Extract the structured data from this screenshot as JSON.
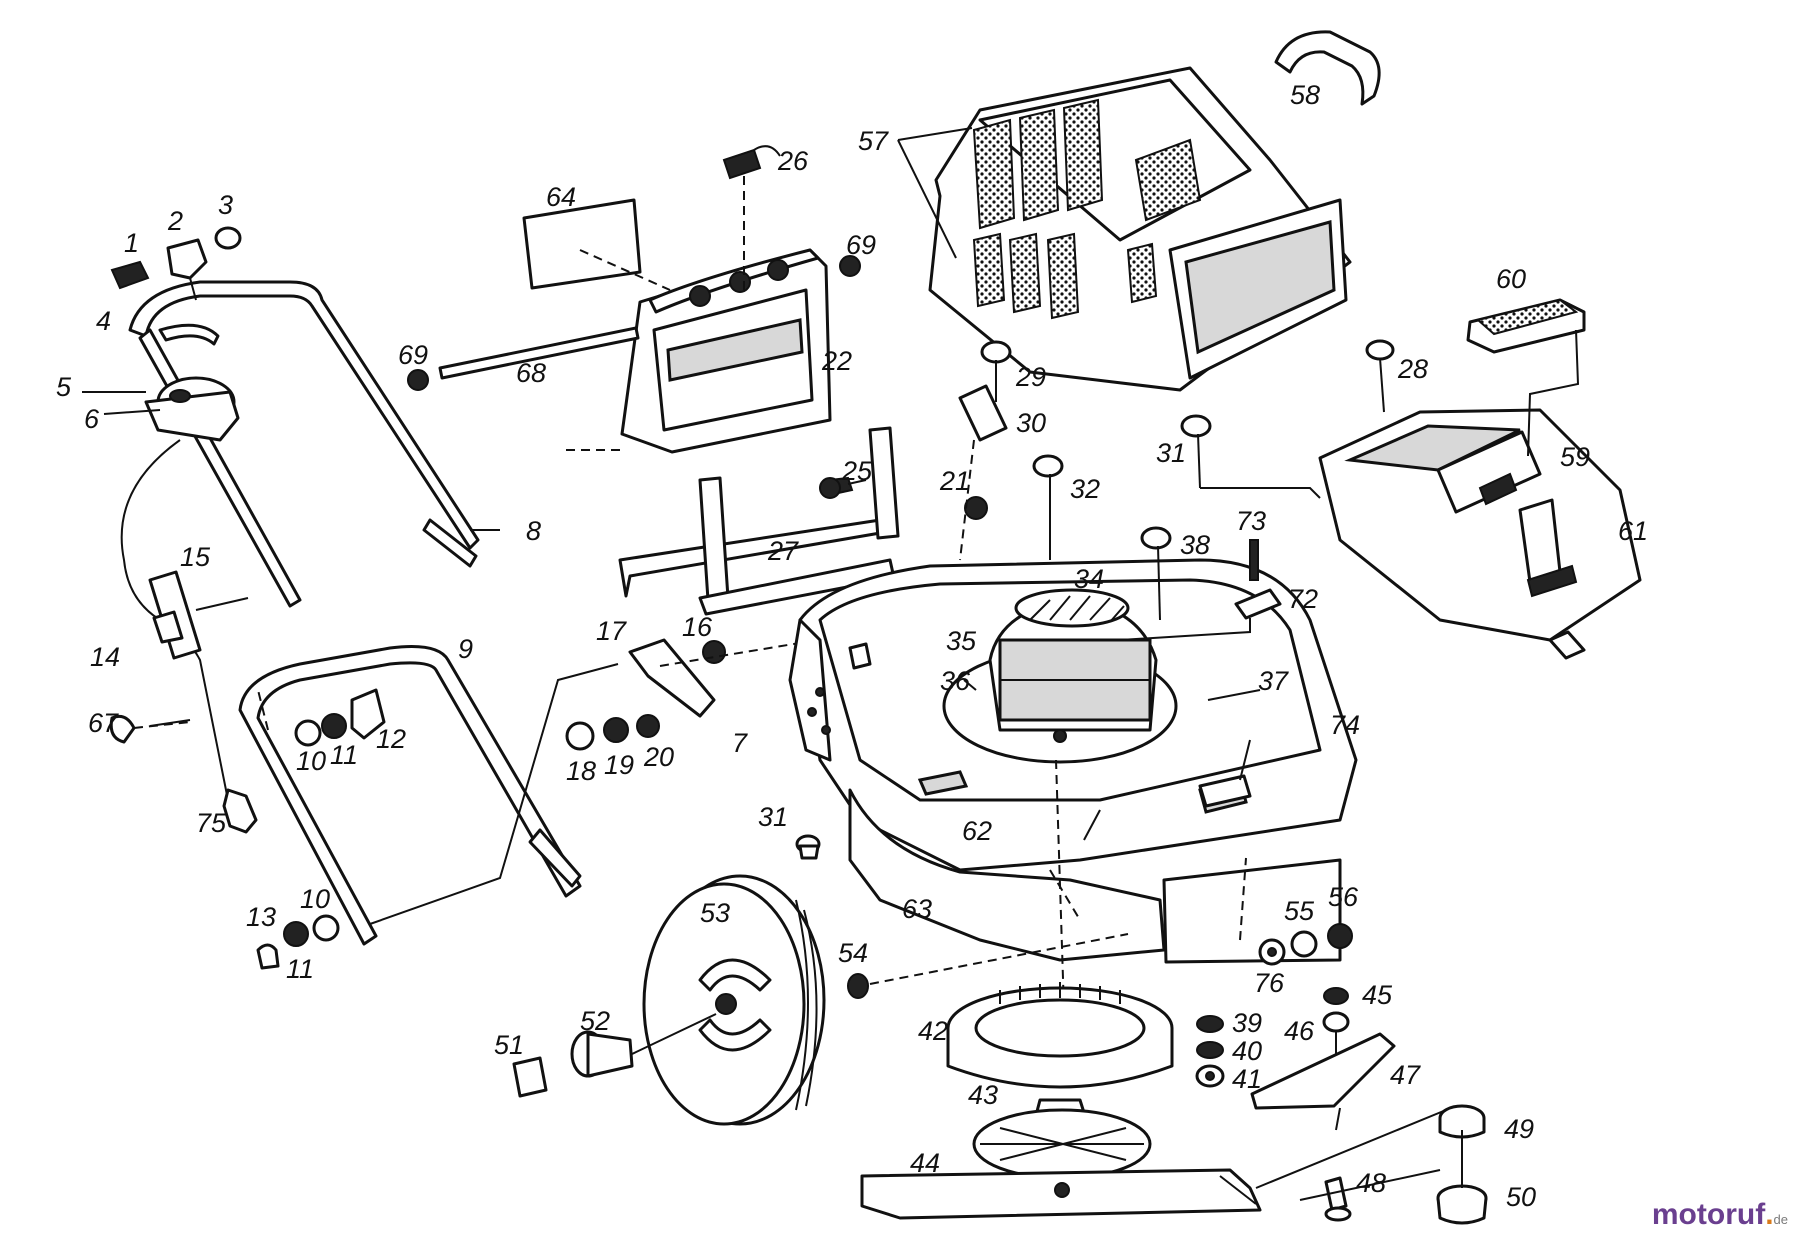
{
  "watermark": {
    "brand": "motoruf",
    "mark": ".",
    "tld": "de"
  },
  "labels": {
    "p1": "1",
    "p2": "2",
    "p3": "3",
    "p4": "4",
    "p5": "5",
    "p6": "6",
    "p7": "7",
    "p8": "8",
    "p9": "9",
    "p10a": "10",
    "p10b": "10",
    "p11a": "11",
    "p11b": "11",
    "p12": "12",
    "p13": "13",
    "p14": "14",
    "p15": "15",
    "p16": "16",
    "p17": "17",
    "p18": "18",
    "p19": "19",
    "p20": "20",
    "p21": "21",
    "p22": "22",
    "p25": "25",
    "p26": "26",
    "p27": "27",
    "p28": "28",
    "p29": "29",
    "p30": "30",
    "p31a": "31",
    "p31b": "31",
    "p32": "32",
    "p34": "34",
    "p35": "35",
    "p36": "36",
    "p37": "37",
    "p38": "38",
    "p39": "39",
    "p40": "40",
    "p41": "41",
    "p42": "42",
    "p43": "43",
    "p44": "44",
    "p45": "45",
    "p46": "46",
    "p47": "47",
    "p48": "48",
    "p49": "49",
    "p50": "50",
    "p51": "51",
    "p52": "52",
    "p53": "53",
    "p54": "54",
    "p55": "55",
    "p56": "56",
    "p57": "57",
    "p58": "58",
    "p59": "59",
    "p60": "60",
    "p61": "61",
    "p62": "62",
    "p63": "63",
    "p64": "64",
    "p67": "67",
    "p68": "68",
    "p69a": "69",
    "p69b": "69",
    "p72": "72",
    "p73": "73",
    "p74": "74",
    "p75": "75",
    "p76": "76"
  }
}
